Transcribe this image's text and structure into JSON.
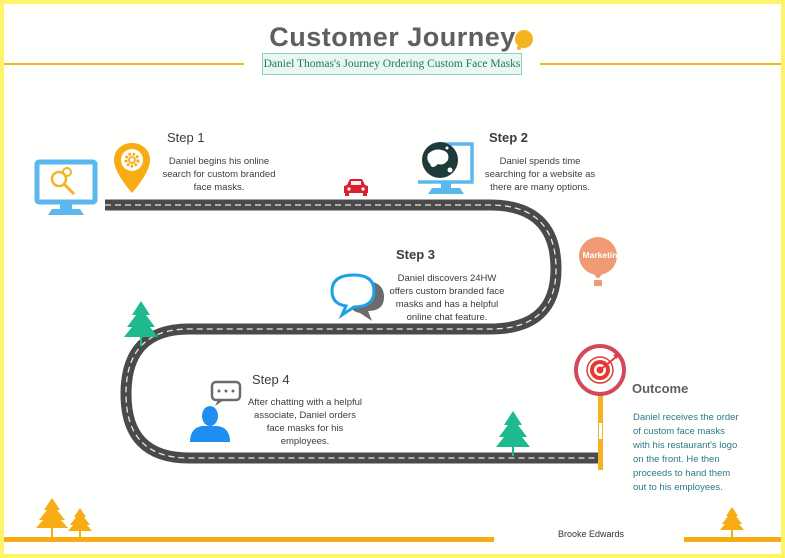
{
  "header": {
    "title": "Customer  Journey",
    "subtitle": "Daniel Thomas's Journey Ordering Custom Face Masks"
  },
  "steps": [
    {
      "title": "Step 1",
      "text_lines": [
        "Daniel begins his online",
        "search for custom branded",
        "face masks."
      ],
      "icon": "search-computer-icon"
    },
    {
      "title": "Step 2",
      "text_lines": [
        "Daniel spends time",
        "searching for a website  as",
        "there are many options."
      ],
      "icon": "globe-computer-icon"
    },
    {
      "title": "Step 3",
      "text_lines": [
        "Daniel discovers 24HW",
        "offers custom branded face",
        "masks and has a helpful",
        "online chat feature."
      ],
      "icon": "chat-bubbles-icon"
    },
    {
      "title": "Step 4",
      "text_lines": [
        "After chatting with a helpful",
        "associate, Daniel orders",
        "face masks for his",
        "employees."
      ],
      "icon": "person-chat-icon"
    }
  ],
  "outcome": {
    "title": "Outcome",
    "text_lines": [
      "Daniel receives the order",
      "of custom face masks",
      "with his restaurant's logo",
      "on the front. He then",
      "proceeds to hand them",
      "out to his employees."
    ],
    "icon": "target-sign-icon"
  },
  "balloon": {
    "label": "Marketin"
  },
  "footer": {
    "author": "Brooke Edwards"
  },
  "colors": {
    "frame": "#fff36a",
    "accent_orange": "#f5b324",
    "road": "#4a4a4a",
    "tree_green": "#1fb98f",
    "tree_orange": "#f7ac13",
    "icon_blue": "#5bb8ef",
    "car_red": "#d9202f",
    "balloon": "#f19a76",
    "target_red": "#d1495b"
  }
}
